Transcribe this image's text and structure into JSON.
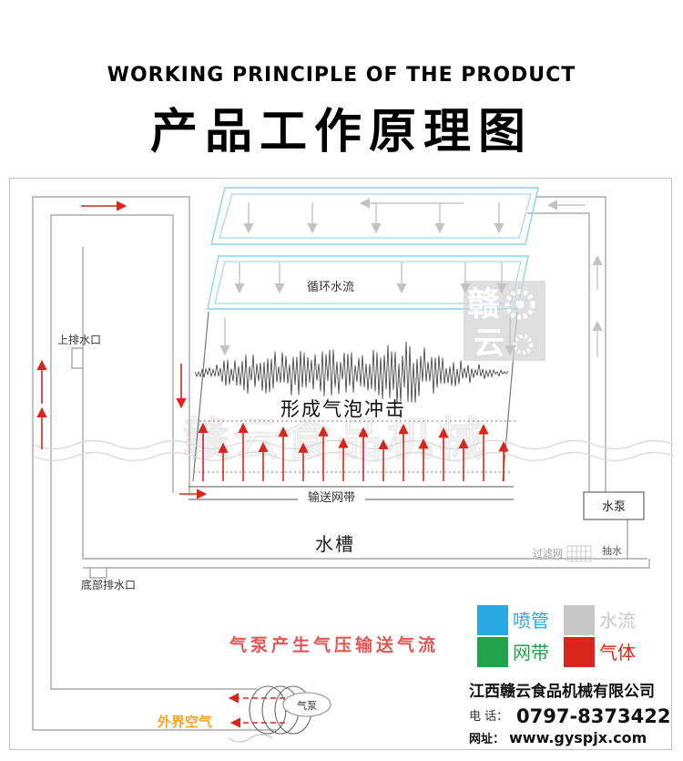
{
  "header": {
    "title_en": "WORKING PRINCIPLE OF THE PRODUCT",
    "title_zh": "产品工作原理图"
  },
  "diagram": {
    "labels": {
      "circulating_water": "循环水流",
      "upper_drain": "上排水口",
      "bubble_impact": "形成气泡冲击",
      "conveyor_belt": "输送网带",
      "water_tank": "水槽",
      "bottom_drain": "底部排水口",
      "filter_mesh": "过滤网",
      "pump_water": "抽水",
      "water_pump": "水泵",
      "air_pump": "气泵",
      "outside_air": "外界空气",
      "air_flow_caption": "气泵产生气压输送气流"
    },
    "colors": {
      "caption_red": "#e25656",
      "orange": "#f6a623"
    },
    "watermark": {
      "char1": "赣",
      "char2": "云",
      "text": "赣云食品机械"
    },
    "legend": [
      {
        "label": "喷管",
        "color": "#29a9e1"
      },
      {
        "label": "水流",
        "color": "#c8c8c8"
      },
      {
        "label": "网带",
        "color": "#21a24b"
      },
      {
        "label": "气体",
        "color": "#d9251c"
      }
    ],
    "company": {
      "name": "江西赣云食品机械有限公司",
      "phone_label": "电 话：",
      "phone": "0797-8373422",
      "web_label": "网址：",
      "website": "www.gyspjx.com"
    }
  }
}
